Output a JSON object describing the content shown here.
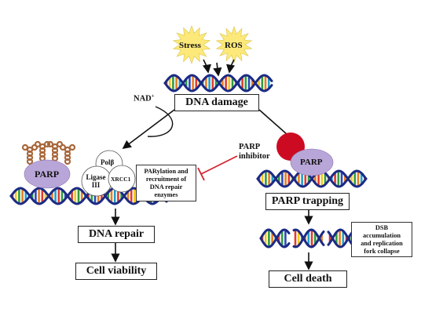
{
  "stimuli": {
    "stress": "Stress",
    "ros": "ROS"
  },
  "boxes": {
    "dna_damage": "DNA damage",
    "dna_repair": "DNA repair",
    "cell_viability": "Cell viability",
    "parp_trapping": "PARP trapping",
    "cell_death": "Cell death"
  },
  "labels": {
    "nad": "NAD",
    "nad_sup": "+",
    "parp_inhibitor_line1": "PARP",
    "parp_inhibitor_line2": "inhibitor",
    "parp_left": "PARP",
    "parp_right": "PARP",
    "polb": "Polβ",
    "ligase_line1": "Ligase",
    "ligase_line2": "III",
    "xrcc1": "XRCC1"
  },
  "notes": {
    "parylation": [
      "PARylation and",
      "recruitment of",
      "DNA repair",
      "enzymes"
    ],
    "dsb": [
      "DSB",
      "accumulation",
      "and replication",
      "fork collapse"
    ]
  },
  "colors": {
    "starburst": "#fde97a",
    "parp_protein": "#b9a6d8",
    "inhibitor": "#cc0b22",
    "par_chain": "#a8673b",
    "dna_backbone": "#1c2a84",
    "inhibition_line": "#d31f2a"
  }
}
